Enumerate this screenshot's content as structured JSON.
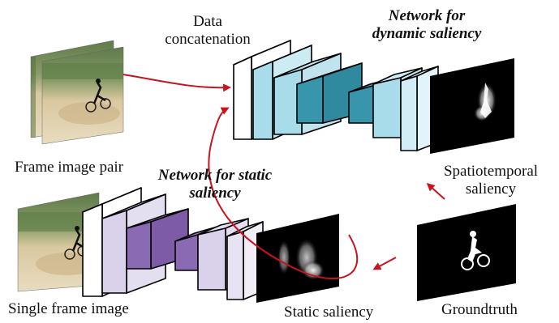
{
  "labels": {
    "data_concatenation_line1": "Data",
    "data_concatenation_line2": "concatenation",
    "dynamic_network_line1": "Network for",
    "dynamic_network_line2": "dynamic saliency",
    "static_network_line1": "Network for static",
    "static_network_line2": "saliency",
    "frame_image_pair": "Frame image pair",
    "spatiotemporal_line1": "Spatiotemporal",
    "spatiotemporal_line2": "saliency",
    "single_frame_image": "Single frame image",
    "static_saliency": "Static saliency",
    "groundtruth": "Groundtruth"
  },
  "colors": {
    "arrow": "#c8141e",
    "dynamic_light": "#a9dceb",
    "dynamic_mid": "#7cc3d8",
    "dynamic_dark": "#2f8aa0",
    "static_light": "#d9d2ea",
    "static_mid": "#b9abd6",
    "static_dark": "#7d5ba6",
    "map_black": "#000000"
  }
}
